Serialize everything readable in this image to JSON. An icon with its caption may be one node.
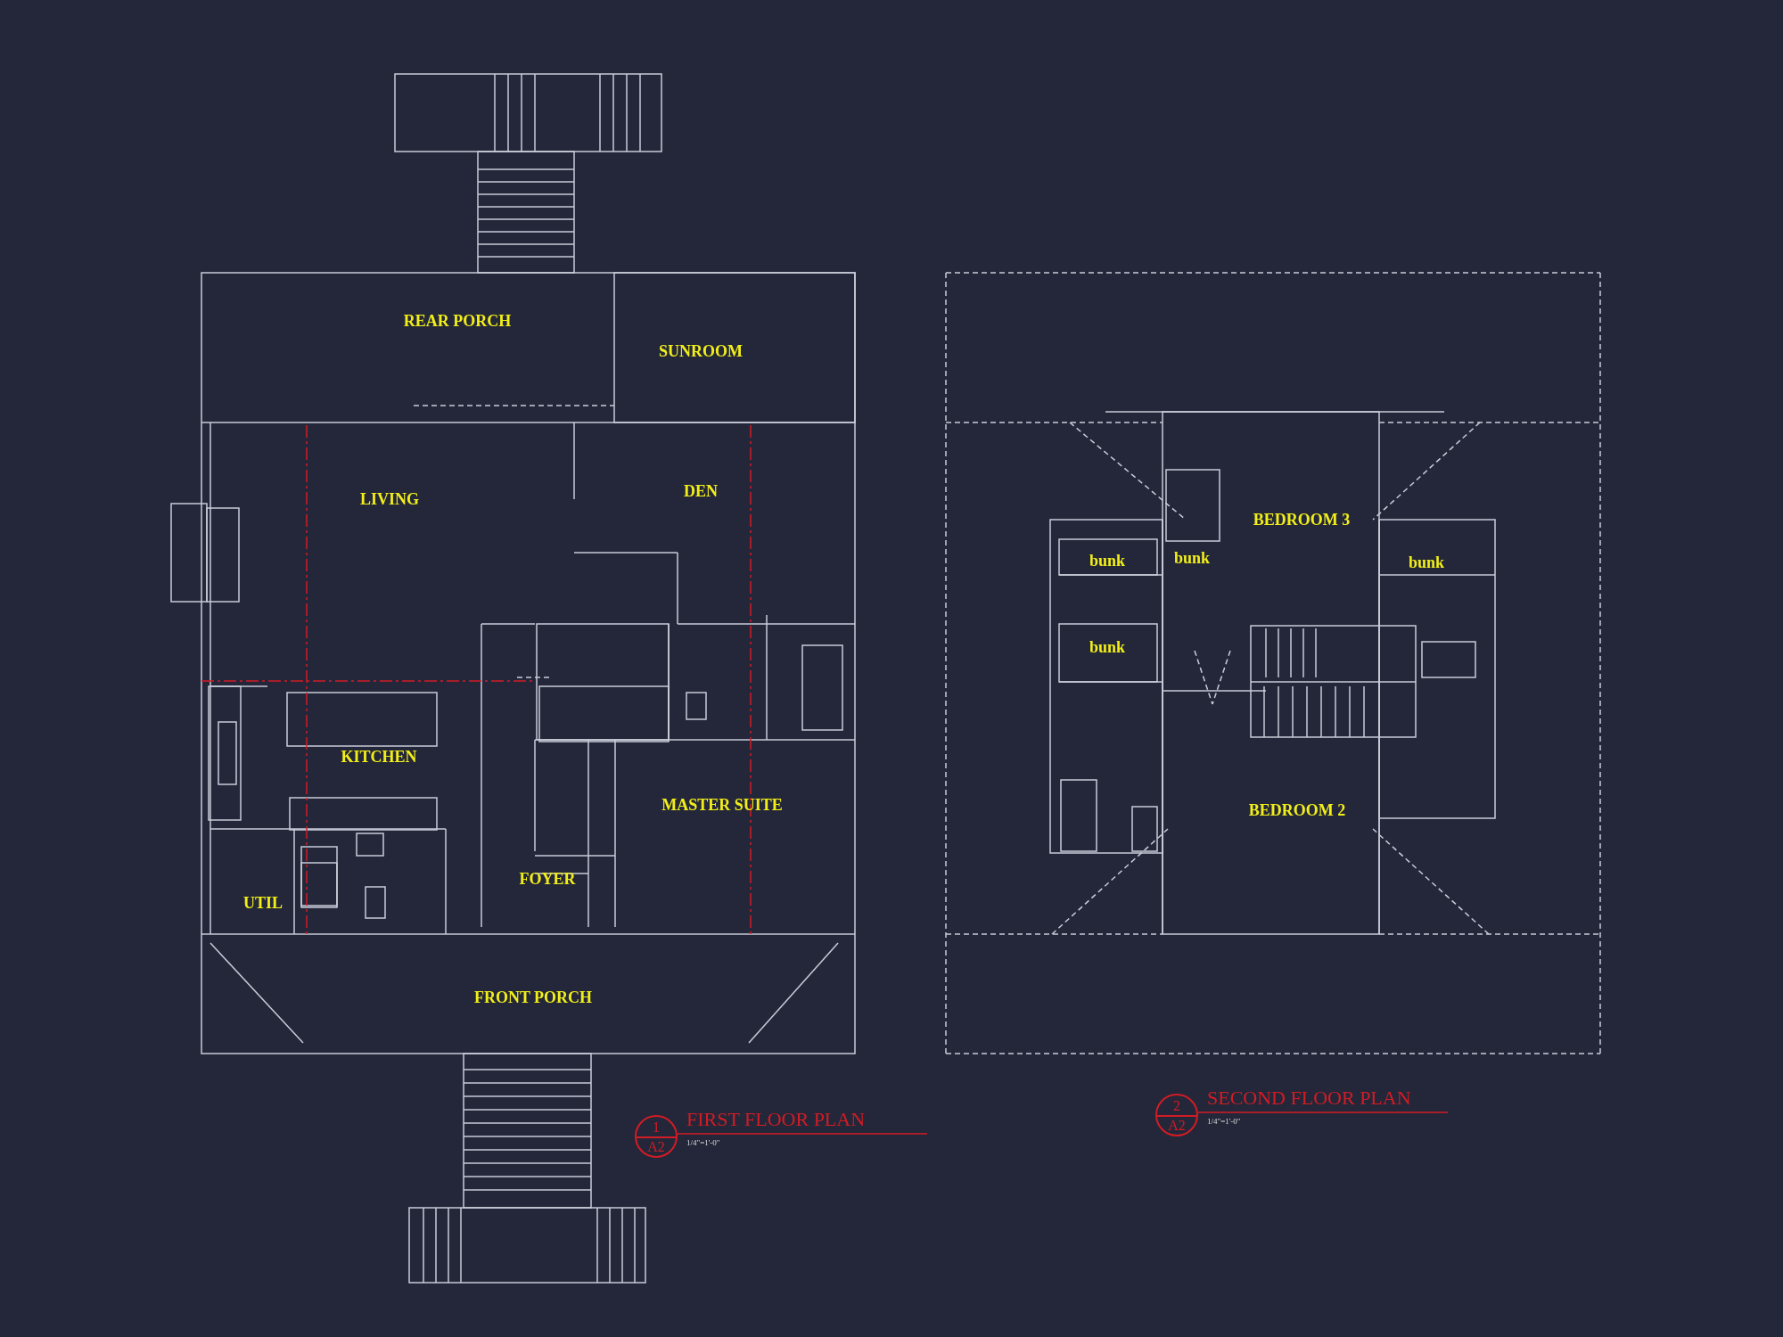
{
  "diagram": {
    "nodes": [
      {
        "text": [
          "1",
          "A2"
        ],
        "beside": [
          "FIRST FLOOR PLAN",
          "1/4\"=1'-0\""
        ]
      },
      {
        "text": [
          "2",
          "A2"
        ],
        "beside": [
          "SECOND FLOOR PLAN",
          "1/4\"=1'-0\""
        ]
      }
    ],
    "labels": [
      "REAR PORCH",
      "SUNROOM",
      "LIVING",
      "DEN",
      "KITCHEN",
      "MASTER SUITE",
      "UTIL",
      "FOYER",
      "FRONT PORCH",
      "BEDROOM 3",
      "bunk",
      "bunk",
      "bunk",
      "bunk",
      "BEDROOM 2"
    ]
  }
}
